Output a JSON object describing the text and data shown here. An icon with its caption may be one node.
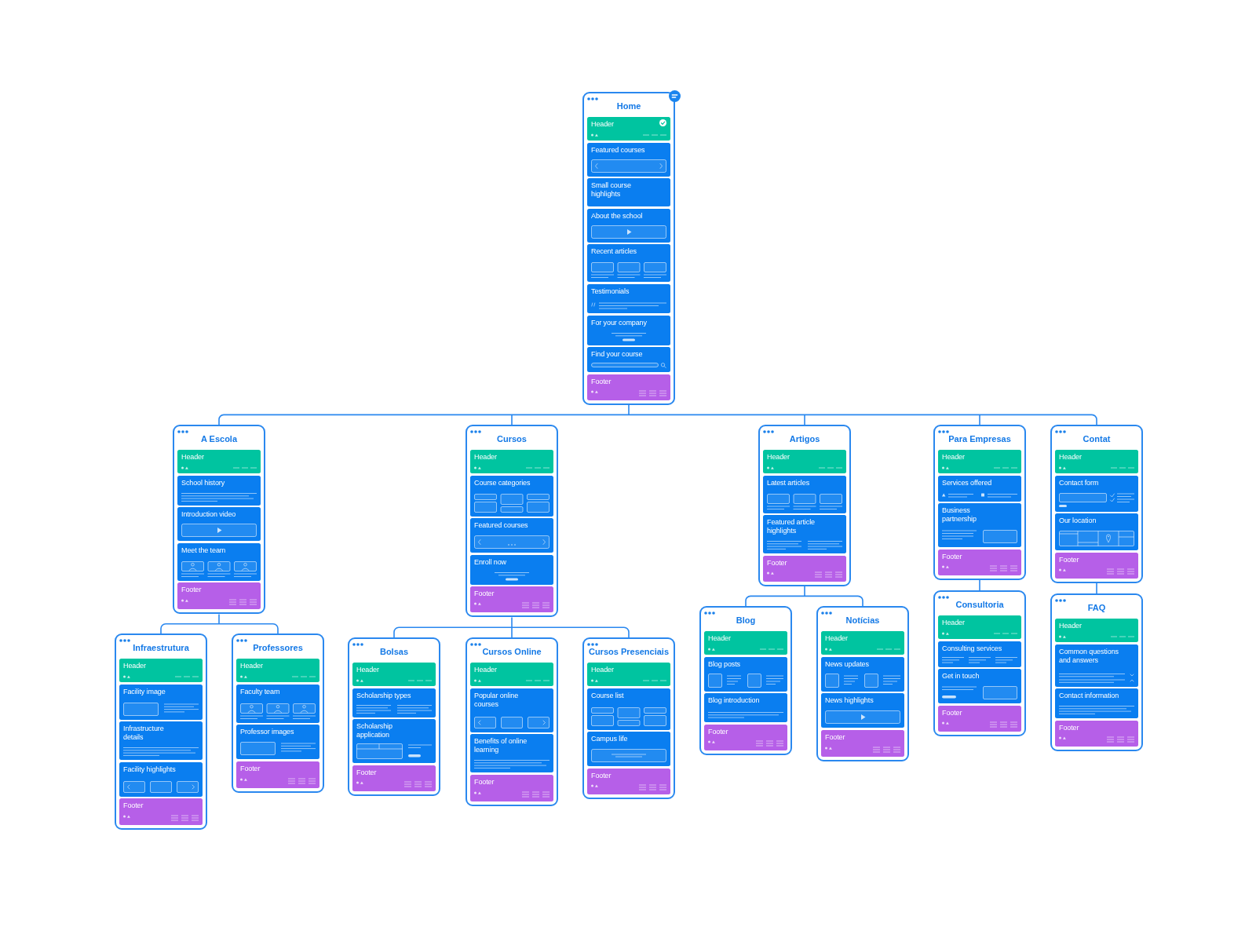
{
  "diagram": {
    "nodes": [
      {
        "text": [
          "Home"
        ]
      },
      {
        "text": [
          "Header"
        ],
        "in": 0
      },
      {
        "text": [
          "Featured courses"
        ],
        "in": 0
      },
      {
        "text": [
          "Small course highlights"
        ],
        "in": 0
      },
      {
        "text": [
          "About the school"
        ],
        "in": 0
      },
      {
        "text": [
          "Recent articles"
        ],
        "in": 0
      },
      {
        "text": [
          "Testimonials"
        ],
        "in": 0
      },
      {
        "text": [
          "For your company"
        ],
        "in": 0
      },
      {
        "text": [
          "Find your course"
        ],
        "in": 0
      },
      {
        "text": [
          "Footer"
        ],
        "in": 0
      },
      {
        "text": [
          "A Escola"
        ]
      },
      {
        "text": [
          "Header"
        ],
        "in": 10
      },
      {
        "text": [
          "School history"
        ],
        "in": 10
      },
      {
        "text": [
          "Introduction video"
        ],
        "in": 10
      },
      {
        "text": [
          "Meet the team"
        ],
        "in": 10
      },
      {
        "text": [
          "Footer"
        ],
        "in": 10
      },
      {
        "text": [
          "Cursos"
        ]
      },
      {
        "text": [
          "Header"
        ],
        "in": 16
      },
      {
        "text": [
          "Course categories"
        ],
        "in": 16
      },
      {
        "text": [
          "Featured courses"
        ],
        "in": 16
      },
      {
        "text": [
          "Enroll now"
        ],
        "in": 16
      },
      {
        "text": [
          "Footer"
        ],
        "in": 16
      },
      {
        "text": [
          "Artigos"
        ]
      },
      {
        "text": [
          "Header"
        ],
        "in": 22
      },
      {
        "text": [
          "Latest articles"
        ],
        "in": 22
      },
      {
        "text": [
          "Featured article highlights"
        ],
        "in": 22
      },
      {
        "text": [
          "Footer"
        ],
        "in": 22
      },
      {
        "text": [
          "Para Empresas"
        ]
      },
      {
        "text": [
          "Header"
        ],
        "in": 27
      },
      {
        "text": [
          "Services offered"
        ],
        "in": 27
      },
      {
        "text": [
          "Business partnership"
        ],
        "in": 27
      },
      {
        "text": [
          "Footer"
        ],
        "in": 27
      },
      {
        "text": [
          "Contat"
        ]
      },
      {
        "text": [
          "Header"
        ],
        "in": 32
      },
      {
        "text": [
          "Contact form"
        ],
        "in": 32
      },
      {
        "text": [
          "Our location"
        ],
        "in": 32
      },
      {
        "text": [
          "Footer"
        ],
        "in": 32
      },
      {
        "text": [
          "Infraestrutura"
        ]
      },
      {
        "text": [
          "Header"
        ],
        "in": 37
      },
      {
        "text": [
          "Facility image"
        ],
        "in": 37
      },
      {
        "text": [
          "Infrastructure details"
        ],
        "in": 37
      },
      {
        "text": [
          "Facility highlights"
        ],
        "in": 37
      },
      {
        "text": [
          "Footer"
        ],
        "in": 37
      },
      {
        "text": [
          "Professores"
        ]
      },
      {
        "text": [
          "Header"
        ],
        "in": 43
      },
      {
        "text": [
          "Faculty team"
        ],
        "in": 43
      },
      {
        "text": [
          "Professor images"
        ],
        "in": 43
      },
      {
        "text": [
          "Footer"
        ],
        "in": 43
      },
      {
        "text": [
          "Bolsas"
        ]
      },
      {
        "text": [
          "Header"
        ],
        "in": 48
      },
      {
        "text": [
          "Scholarship types"
        ],
        "in": 48
      },
      {
        "text": [
          "Scholarship application"
        ],
        "in": 48
      },
      {
        "text": [
          "Footer"
        ],
        "in": 48
      },
      {
        "text": [
          "Cursos Online"
        ]
      },
      {
        "text": [
          "Header"
        ],
        "in": 53
      },
      {
        "text": [
          "Popular online courses"
        ],
        "in": 53
      },
      {
        "text": [
          "Benefits of online learning"
        ],
        "in": 53
      },
      {
        "text": [
          "Footer"
        ],
        "in": 53
      },
      {
        "text": [
          "Cursos Presenciais"
        ]
      },
      {
        "text": [
          "Header"
        ],
        "in": 58
      },
      {
        "text": [
          "Course list"
        ],
        "in": 58
      },
      {
        "text": [
          "Campus life"
        ],
        "in": 58
      },
      {
        "text": [
          "Footer"
        ],
        "in": 58
      },
      {
        "text": [
          "Blog"
        ]
      },
      {
        "text": [
          "Header"
        ],
        "in": 63
      },
      {
        "text": [
          "Blog posts"
        ],
        "in": 63
      },
      {
        "text": [
          "Blog introduction"
        ],
        "in": 63
      },
      {
        "text": [
          "Footer"
        ],
        "in": 63
      },
      {
        "text": [
          "Notícias"
        ]
      },
      {
        "text": [
          "Header"
        ],
        "in": 68
      },
      {
        "text": [
          "News updates"
        ],
        "in": 68
      },
      {
        "text": [
          "News highlights"
        ],
        "in": 68
      },
      {
        "text": [
          "Footer"
        ],
        "in": 68
      },
      {
        "text": [
          "Consultoria"
        ]
      },
      {
        "text": [
          "Header"
        ],
        "in": 73
      },
      {
        "text": [
          "Consulting services"
        ],
        "in": 73
      },
      {
        "text": [
          "Get in touch"
        ],
        "in": 73
      },
      {
        "text": [
          "Footer"
        ],
        "in": 73
      },
      {
        "text": [
          "FAQ"
        ]
      },
      {
        "text": [
          "Header"
        ],
        "in": 78
      },
      {
        "text": [
          "Common questions and answers"
        ],
        "in": 78
      },
      {
        "text": [
          "Contact information"
        ],
        "in": 78
      },
      {
        "text": [
          "Footer"
        ],
        "in": 78
      }
    ],
    "edges": [
      {
        "from": 0,
        "to": 10,
        "arrow": "none"
      },
      {
        "from": 0,
        "to": 16,
        "arrow": "none"
      },
      {
        "from": 0,
        "to": 22,
        "arrow": "none"
      },
      {
        "from": 0,
        "to": 27,
        "arrow": "none"
      },
      {
        "from": 0,
        "to": 32,
        "arrow": "none"
      },
      {
        "from": 10,
        "to": 37,
        "arrow": "none"
      },
      {
        "from": 10,
        "to": 43,
        "arrow": "none"
      },
      {
        "from": 16,
        "to": 48,
        "arrow": "none"
      },
      {
        "from": 16,
        "to": 53,
        "arrow": "none"
      },
      {
        "from": 16,
        "to": 58,
        "arrow": "none"
      },
      {
        "from": 22,
        "to": 63,
        "arrow": "none"
      },
      {
        "from": 22,
        "to": 68,
        "arrow": "none"
      },
      {
        "from": 27,
        "to": 73,
        "arrow": "none"
      },
      {
        "from": 32,
        "to": 78,
        "arrow": "none"
      }
    ]
  }
}
